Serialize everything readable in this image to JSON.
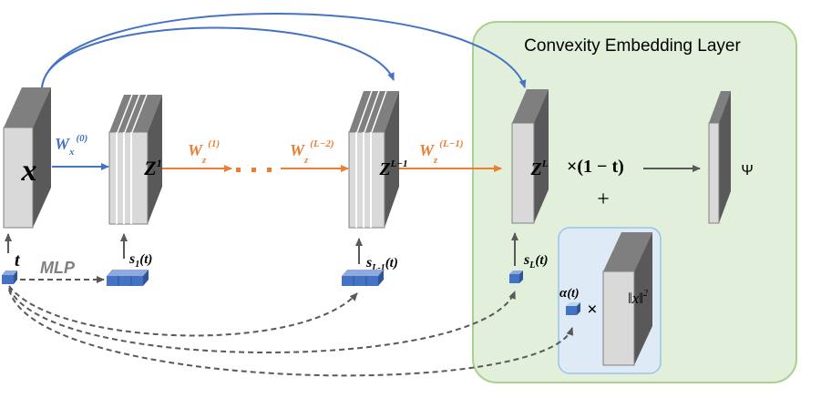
{
  "panel": {
    "title": "Convexity Embedding Layer"
  },
  "blocks": {
    "x": "x",
    "z1_base": "Z",
    "z1_sup": "1",
    "zL1_base": "Z",
    "zL1_sup": "L−1",
    "zL_base": "Z",
    "zL_sup": "L",
    "psi": "Ψ",
    "norm": "‖x‖",
    "norm_sup": "2"
  },
  "weights": {
    "w0_base": "W",
    "w0_sub": "x",
    "w0_sup": "(0)",
    "w1_base": "W",
    "w1_sub": "z",
    "w1_sup": "(1)",
    "wL2_base": "W",
    "wL2_sub": "z",
    "wL2_sup": "(L−2)",
    "wL1_base": "W",
    "wL1_sub": "z",
    "wL1_sup": "(L−1)"
  },
  "inputs": {
    "t": "t",
    "mlp": "MLP",
    "s1_base": "s",
    "s1_sub": "1",
    "s1_arg": "(t)",
    "sL1_base": "s",
    "sL1_sub": "L-1",
    "sL1_arg": "(t)",
    "sL_base": "s",
    "sL_sub": "L",
    "sL_arg": "(t)",
    "alpha_base": "α",
    "alpha_arg": "(t)"
  },
  "ops": {
    "times_one_minus_t": "×(1 − t)",
    "plus": "+",
    "times": "×"
  },
  "colors": {
    "blue_arrow": "#4472C4",
    "orange_arrow": "#ED7D31",
    "panel_fill": "#E2EFDA",
    "panel_border": "#A9D18E",
    "inner_fill": "#DEEBF7",
    "inner_border": "#9DC3E6",
    "block_front": "#D9D9D9",
    "block_top": "#7F7F7F",
    "cube": "#4472C4"
  }
}
